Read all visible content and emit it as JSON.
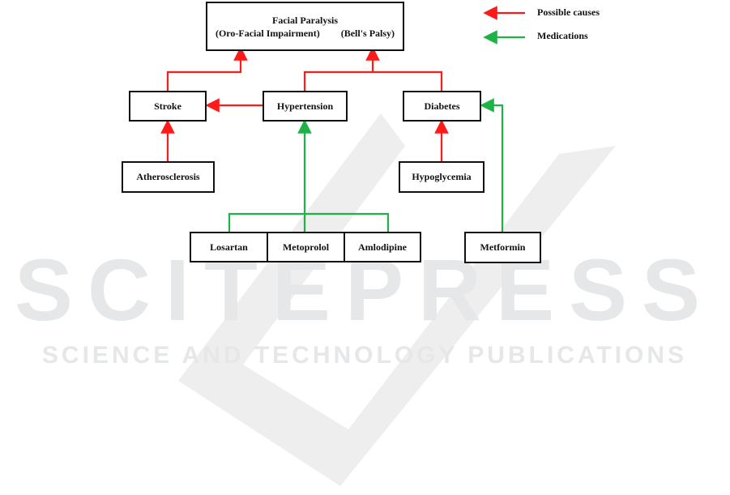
{
  "watermark": {
    "line1": "SCITEPRESS",
    "line2": "SCIENCE AND TECHNOLOGY PUBLICATIONS",
    "color": "#e6e7e8"
  },
  "colors": {
    "cause": "#ff1a1a",
    "medication": "#1db347",
    "box_border": "#111111"
  },
  "legend": [
    {
      "label": "Possible causes",
      "type": "cause",
      "icon": "red-arrow-left-icon"
    },
    {
      "label": "Medications",
      "type": "medication",
      "icon": "green-arrow-left-icon"
    }
  ],
  "nodes": {
    "facial_paralysis": {
      "title": "Facial Paralysis",
      "subtitle_left": "(Oro-Facial Impairment)",
      "subtitle_right": "(Bell's Palsy)"
    },
    "stroke": "Stroke",
    "hypertension": "Hypertension",
    "diabetes": "Diabetes",
    "atherosclerosis": "Atherosclerosis",
    "hypoglycemia": "Hypoglycemia",
    "losartan": "Losartan",
    "metoprolol": "Metoprolol",
    "amlodipine": "Amlodipine",
    "metformin": "Metformin"
  },
  "edges": [
    {
      "from": "Stroke",
      "to": "Facial Paralysis",
      "type": "cause"
    },
    {
      "from": "Hypertension",
      "to": "Facial Paralysis",
      "type": "cause"
    },
    {
      "from": "Diabetes",
      "to": "Facial Paralysis",
      "type": "cause"
    },
    {
      "from": "Hypertension",
      "to": "Stroke",
      "type": "cause"
    },
    {
      "from": "Atherosclerosis",
      "to": "Stroke",
      "type": "cause"
    },
    {
      "from": "Hypoglycemia",
      "to": "Diabetes",
      "type": "cause"
    },
    {
      "from": "Losartan",
      "to": "Hypertension",
      "type": "medication"
    },
    {
      "from": "Metoprolol",
      "to": "Hypertension",
      "type": "medication"
    },
    {
      "from": "Amlodipine",
      "to": "Hypertension",
      "type": "medication"
    },
    {
      "from": "Metformin",
      "to": "Diabetes",
      "type": "medication"
    }
  ]
}
